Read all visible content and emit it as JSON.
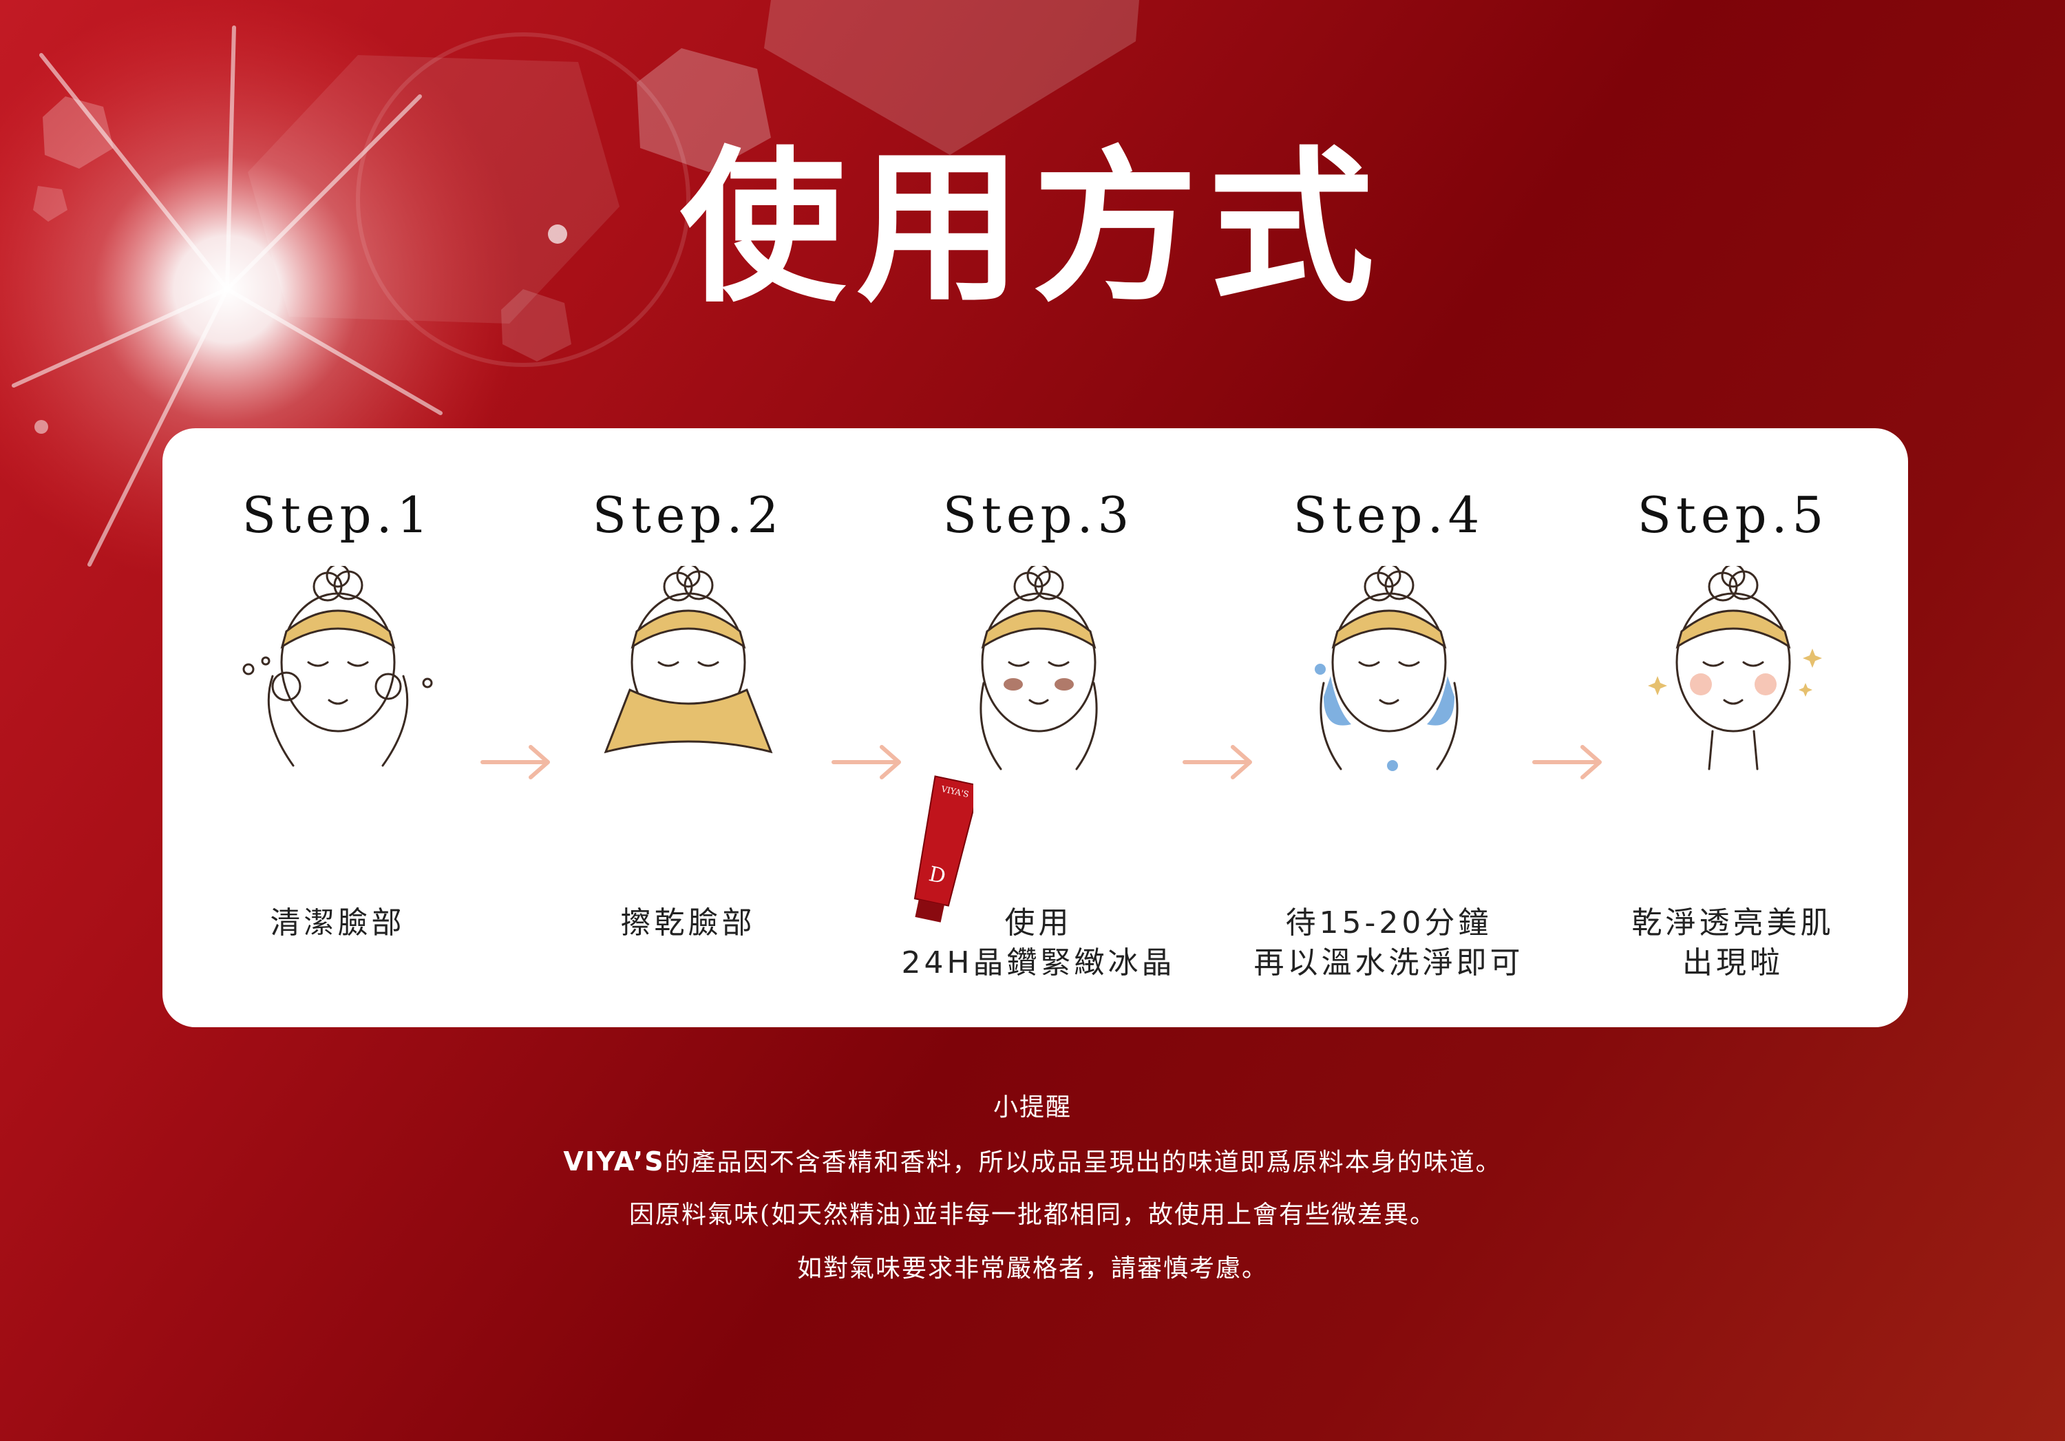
{
  "title": "使用方式",
  "steps": [
    {
      "label": "Step.1",
      "caption": [
        "清潔臉部"
      ]
    },
    {
      "label": "Step.2",
      "caption": [
        "擦乾臉部"
      ]
    },
    {
      "label": "Step.3",
      "caption": [
        "使用",
        "24H晶鑽緊緻冰晶"
      ]
    },
    {
      "label": "Step.4",
      "caption": [
        "待15-20分鐘",
        "再以溫水洗淨即可"
      ]
    },
    {
      "label": "Step.5",
      "caption": [
        "乾淨透亮美肌",
        "出現啦"
      ]
    }
  ],
  "product": {
    "brand_text": "VIYA'S",
    "letter": "D"
  },
  "notes": {
    "heading": "小提醒",
    "line1_brand": "VIYA’S",
    "line1_rest": "的產品因不含香精和香料，所以成品呈現出的味道即爲原料本身的味道。",
    "line2": "因原料氣味(如天然精油)並非每一批都相同，故使用上會有些微差異。",
    "line3": "如對氣味要求非常嚴格者，請審慎考慮。"
  },
  "colors": {
    "background": "#8a0a10",
    "card": "#ffffff",
    "headband": "#e6c06e",
    "arrow": "#f2b9a3",
    "water": "#7fb0e0",
    "blush": "#f6c6b6",
    "product": "#c0141c"
  }
}
